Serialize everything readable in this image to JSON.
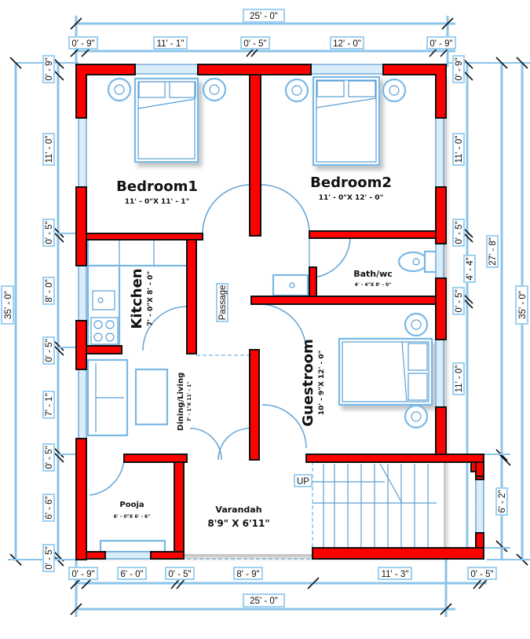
{
  "plan": {
    "type": "residential-floor-plan",
    "colors": {
      "wall": "#ff0000",
      "dimension_line": "#8cc4ea",
      "fixture": "#7ab8e6",
      "text": "#111111"
    }
  },
  "dimensions": {
    "top_overall": "25' - 0\"",
    "top_segments": [
      "0' - 9\"",
      "11' - 1\"",
      "0' - 5\"",
      "12' - 0\"",
      "0' - 9\""
    ],
    "bottom_overall": "25' - 0\"",
    "bottom_segments": [
      "0' - 9\"",
      "6' - 0\"",
      "0' - 5\"",
      "8' - 9\"",
      "11' - 3\"",
      "0' - 5\""
    ],
    "left_overall": "35' - 0\"",
    "left_segments": [
      "0' - 9\"",
      "11' - 0\"",
      "0' - 5\"",
      "8' - 0\"",
      "0' - 5\"",
      "7' - 1\"",
      "0' - 5\"",
      "6' - 6\"",
      "0' - 5\""
    ],
    "right_overall": "35' - 0\"",
    "right_mid": "27' - 8\"",
    "right_segments": [
      "0' - 9\"",
      "11' - 0\"",
      "0' - 5\"",
      "4' - 4\"",
      "0' - 5\"",
      "11' - 0\"",
      "6' - 2\""
    ]
  },
  "rooms": {
    "bedroom1": {
      "name": "Bedroom1",
      "size": "11' - 0\"X 11' - 1\""
    },
    "bedroom2": {
      "name": "Bedroom2",
      "size": "11' - 0\"X 12' - 0\""
    },
    "kitchen": {
      "name": "Kitchen",
      "size": "7' - 0\"X 8' - 0\""
    },
    "passage": {
      "name": "Passage"
    },
    "bath": {
      "name": "Bath/wc",
      "size": "4' - 4\"X 8' - 0\""
    },
    "guestroom": {
      "name": "Guestroom",
      "size": "10' - 9\"X 12' - 0\""
    },
    "dining": {
      "name": "Dining/Living",
      "size": "7' - 1\"X 11' - 1\""
    },
    "pooja": {
      "name": "Pooja",
      "size": "6' - 0\"X 6' - 6\""
    },
    "varandah": {
      "name": "Varandah",
      "size": "8'9\" X 6'11\""
    },
    "stair": {
      "label": "UP"
    }
  }
}
